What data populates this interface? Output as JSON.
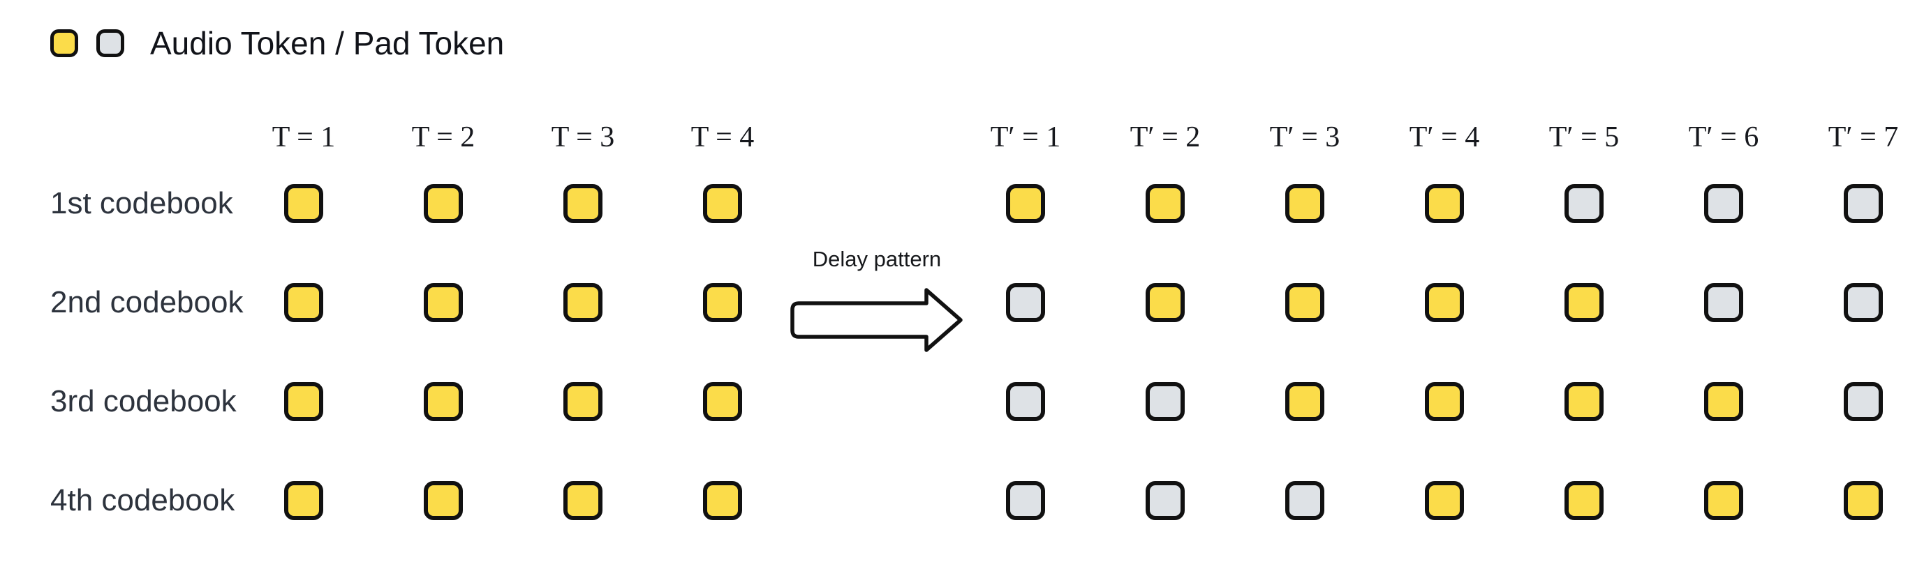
{
  "legend": {
    "label": "Audio Token / Pad Token"
  },
  "arrow": {
    "label": "Delay pattern"
  },
  "colors": {
    "audio_token": "#FBDC4A",
    "pad_token": "#DEE2E6",
    "token_border": "#111111"
  },
  "left_grid": {
    "column_headers": [
      "T = 1",
      "T = 2",
      "T = 3",
      "T = 4"
    ],
    "row_labels": [
      "1st codebook",
      "2nd codebook",
      "3rd codebook",
      "4th codebook"
    ],
    "rows": [
      [
        "audio",
        "audio",
        "audio",
        "audio"
      ],
      [
        "audio",
        "audio",
        "audio",
        "audio"
      ],
      [
        "audio",
        "audio",
        "audio",
        "audio"
      ],
      [
        "audio",
        "audio",
        "audio",
        "audio"
      ]
    ]
  },
  "right_grid": {
    "column_headers": [
      "T′ = 1",
      "T′ = 2",
      "T′ = 3",
      "T′ = 4",
      "T′ = 5",
      "T′ = 6",
      "T′ = 7"
    ],
    "rows": [
      [
        "audio",
        "audio",
        "audio",
        "audio",
        "pad",
        "pad",
        "pad"
      ],
      [
        "pad",
        "audio",
        "audio",
        "audio",
        "audio",
        "pad",
        "pad"
      ],
      [
        "pad",
        "pad",
        "audio",
        "audio",
        "audio",
        "audio",
        "pad"
      ],
      [
        "pad",
        "pad",
        "pad",
        "audio",
        "audio",
        "audio",
        "audio"
      ]
    ]
  }
}
